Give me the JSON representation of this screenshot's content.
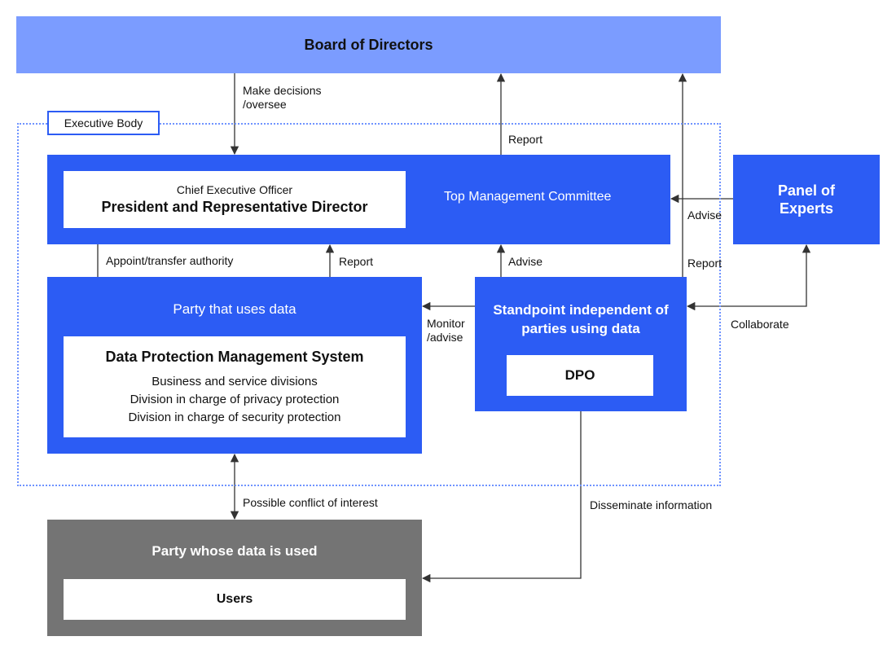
{
  "board": {
    "title": "Board of Directors"
  },
  "executive_body": {
    "label": "Executive Body"
  },
  "top_management": {
    "ceo_subtitle": "Chief Executive Officer",
    "ceo_title": "President and Representative Director",
    "committee_label": "Top Management Committee"
  },
  "panel_of_experts": {
    "title": "Panel of Experts"
  },
  "data_user": {
    "title": "Party that uses data",
    "system_title": "Data Protection Management System",
    "divisions": [
      "Business and service divisions",
      "Division in charge of privacy protection",
      "Division in charge of security protection"
    ]
  },
  "independent": {
    "title": "Standpoint independent of parties using data",
    "dpo": "DPO"
  },
  "data_subject": {
    "title": "Party whose data is used",
    "users": "Users"
  },
  "edge_labels": {
    "make_decisions_1": "Make decisions",
    "make_decisions_2": "/oversee",
    "report_tmc_to_board": "Report",
    "advise_panel": "Advise",
    "report_dpo_to_board": "Report",
    "appoint": "Appoint/transfer authority",
    "report_user_to_tmc": "Report",
    "advise_dpo_to_tmc": "Advise",
    "monitor_1": "Monitor",
    "monitor_2": "/advise",
    "collaborate": "Collaborate",
    "conflict": "Possible conflict of interest",
    "disseminate": "Disseminate information"
  },
  "colors": {
    "board": "#7b9cff",
    "primary_blue": "#2c5cf4",
    "subject_gray": "#747474",
    "arrow": "#333333"
  }
}
